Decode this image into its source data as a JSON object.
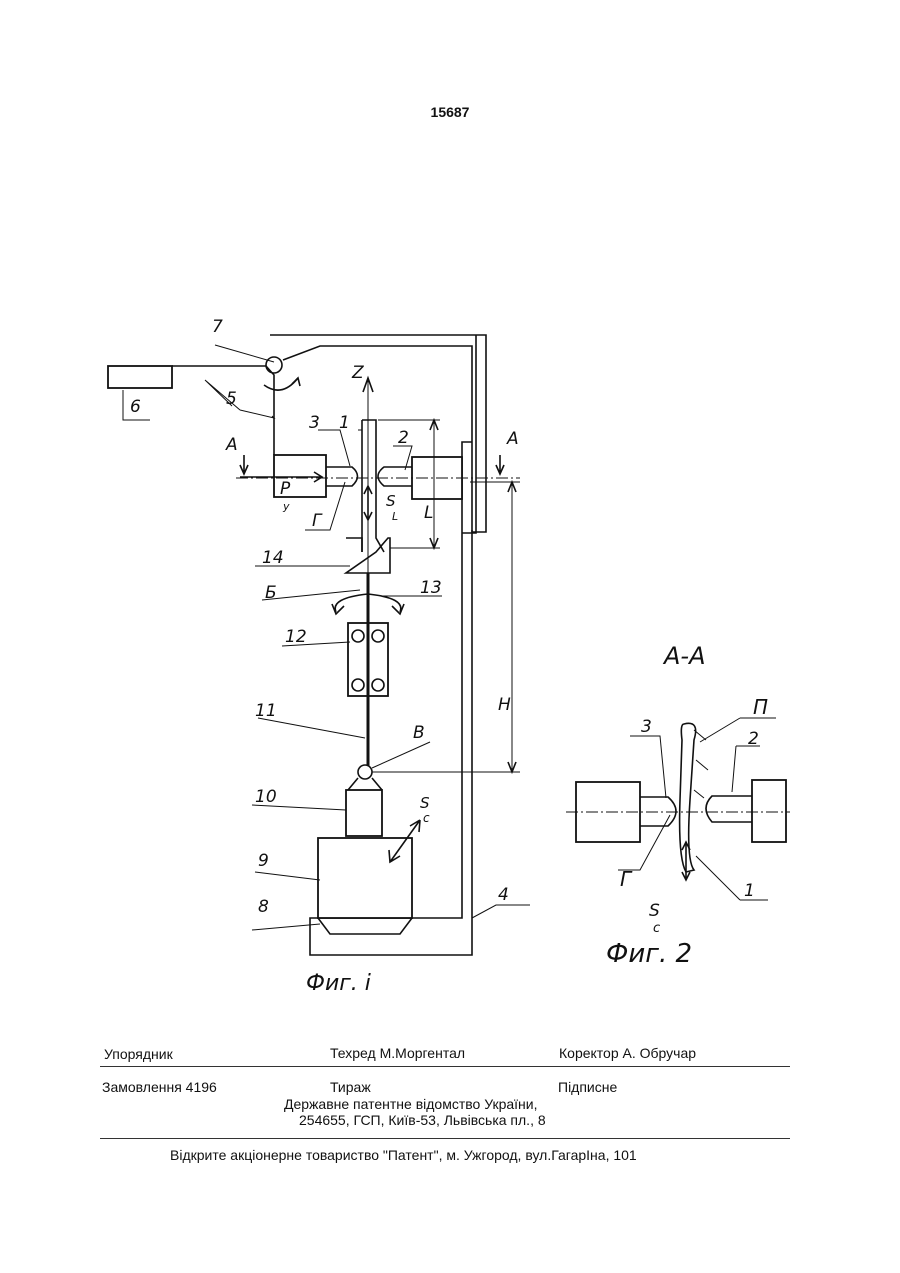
{
  "header": {
    "doc_number": "15687"
  },
  "figure1": {
    "caption": "Фиг. і",
    "labels": {
      "n1": "1",
      "n2": "2",
      "n3": "3",
      "n4": "4",
      "n5": "5",
      "n6": "6",
      "n7": "7",
      "n8": "8",
      "n9": "9",
      "n10": "10",
      "n11": "11",
      "n12": "12",
      "n13": "13",
      "n14": "14",
      "axis_z": "Z",
      "section_a_left": "A",
      "section_a_right": "A",
      "force_p": "P",
      "force_p_sub": "у",
      "point_g": "Г",
      "point_b": "Б",
      "point_v": "В",
      "feed_s": "S",
      "feed_s_sub": "L",
      "feed_sc": "S",
      "feed_sc_sub": "c",
      "dim_l": "L",
      "dim_h": "H"
    }
  },
  "figure2": {
    "title": "A-A",
    "caption": "Фиг. 2",
    "labels": {
      "n1": "1",
      "n2": "2",
      "n3": "3",
      "p": "П",
      "g": "Г",
      "s": "S",
      "s_sub": "c"
    }
  },
  "imprint": {
    "compiler": "Упорядник",
    "tech_editor": "Техред М.Моргентал",
    "corrector": "Коректор А. Обручар",
    "order": "Замовлення 4196",
    "circulation": "Тираж",
    "subscription": "Підписне",
    "office": "Державне патентне відомство України,",
    "address": "254655, ГСП, Київ-53, Львівська пл., 8",
    "publisher": "Відкрите акціонерне товариство \"Патент\", м. Ужгород, вул.ГагарІна, 101"
  }
}
